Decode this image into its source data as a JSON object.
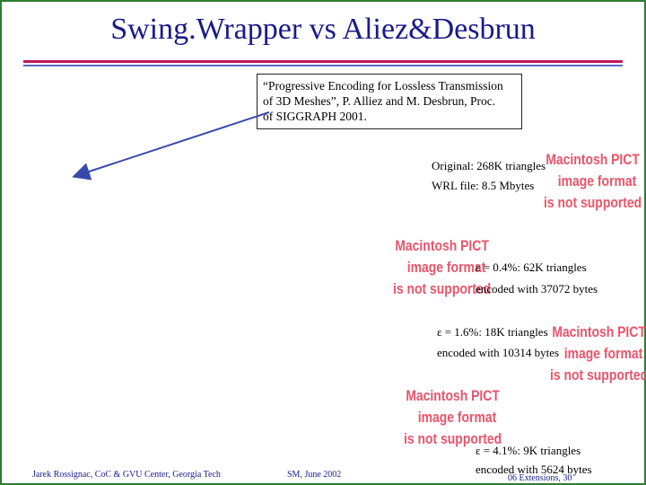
{
  "slide": {
    "title": "Swing.Wrapper vs Aliez&Desbrun",
    "reference": {
      "line1": "“Progressive Encoding for Lossless Transmission",
      "line2": "of 3D Meshes”, P. Alliez and M. Desbrun, Proc.",
      "line3": "of SIGGRAPH 2001."
    },
    "original": {
      "line1": "Original: 268K triangles",
      "line2": "WRL file: 8.5 Mbytes"
    },
    "e04": {
      "line1": "ε = 0.4%: 62K triangles",
      "line2": "encoded with 37072 bytes"
    },
    "e16": {
      "line1": "ε = 1.6%: 18K triangles",
      "line2": "encoded with 10314 bytes"
    },
    "e41": {
      "line1": "ε = 4.1%: 9K triangles",
      "line2": "encoded with 5624 bytes"
    },
    "placeholder": {
      "line1": "Macintosh PICT",
      "line2": "image format",
      "line3": "is not supported"
    },
    "footer": {
      "left": "Jarek Rossignac, CoC & GVU Center, Georgia Tech",
      "center": "SM, June 2002",
      "right": "06 Extensions, 30"
    }
  },
  "colors": {
    "title": "#1a1a8c",
    "rule_red": "#c2185b",
    "rule_blue": "#5c6bc0",
    "placeholder": "#e8556b",
    "frame": "#2e7d32"
  }
}
